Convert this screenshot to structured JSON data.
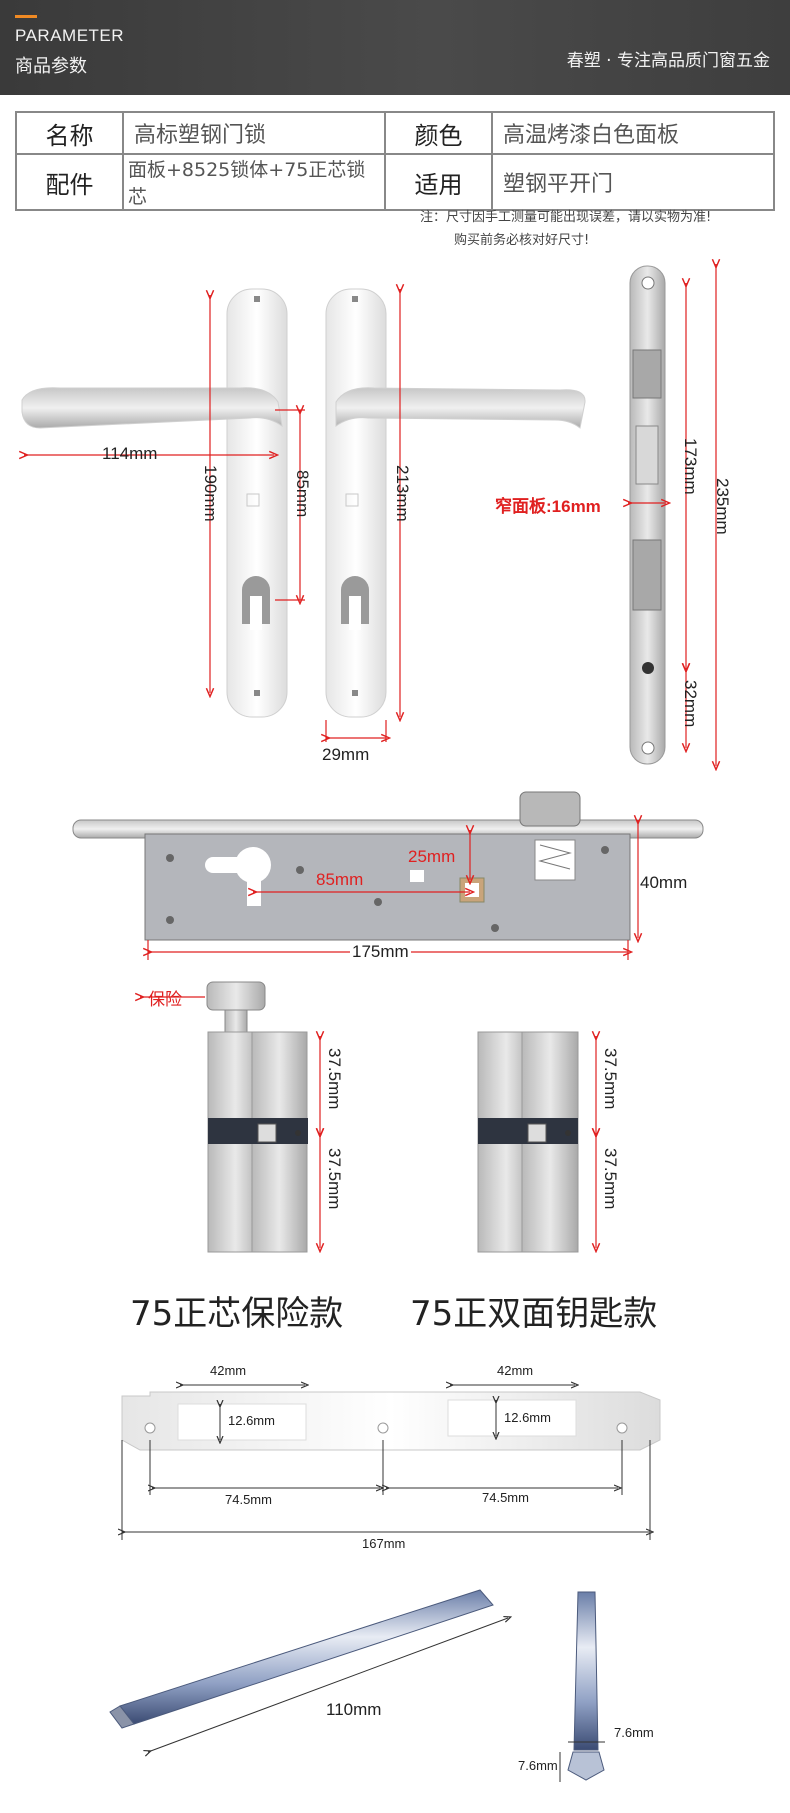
{
  "header": {
    "title_en": "PARAMETER",
    "title_cn": "商品参数",
    "slogan": "春塑 · 专注高品质门窗五金"
  },
  "spec": {
    "row1": {
      "k1": "名称",
      "v1": "高标塑钢门锁",
      "k2": "颜色",
      "v2": "高温烤漆白色面板"
    },
    "row2": {
      "k1": "配件",
      "v1": "面板+8525锁体+75正芯锁芯",
      "k2": "适用",
      "v2": "塑钢平开门"
    }
  },
  "note": {
    "line1": "注：尺寸因手工测量可能出现误差，请以实物为准!",
    "line2": "购买前务必核对好尺寸!"
  },
  "handle": {
    "d_114": "114mm",
    "d_190": "190mm",
    "d_85": "85mm",
    "d_213": "213mm",
    "d_29": "29mm"
  },
  "strip": {
    "label": "窄面板:16mm",
    "d_173": "173mm",
    "d_235": "235mm",
    "d_32": "32mm"
  },
  "lockbody": {
    "d_25": "25mm",
    "d_85": "85mm",
    "d_40": "40mm",
    "d_175": "175mm"
  },
  "cylinders": {
    "safety_label": "保险",
    "a1": "37.5mm",
    "a2": "37.5mm",
    "b1": "37.5mm",
    "b2": "37.5mm",
    "cap1": "75正芯保险款",
    "cap2": "75正双面钥匙款"
  },
  "strike": {
    "w1": "42mm",
    "w2": "42mm",
    "h1": "12.6mm",
    "h2": "12.6mm",
    "s1": "74.5mm",
    "s2": "74.5mm",
    "total": "167mm"
  },
  "spindle": {
    "len": "110mm",
    "sq1": "7.6mm",
    "sq2": "7.6mm"
  }
}
